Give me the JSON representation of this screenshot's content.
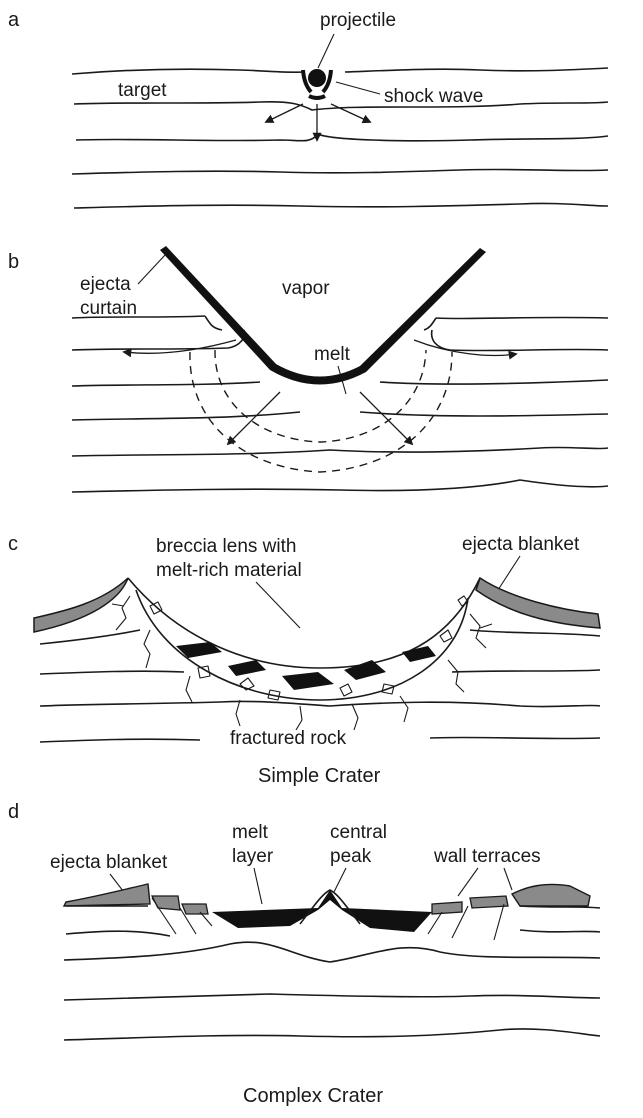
{
  "panel_a": {
    "letter": "a",
    "projectile": "projectile",
    "target": "target",
    "shock_wave": "shock wave"
  },
  "panel_b": {
    "letter": "b",
    "vapor": "vapor",
    "ejecta_line1": "ejecta",
    "ejecta_line2": "curtain",
    "melt": "melt"
  },
  "panel_c": {
    "letter": "c",
    "breccia_line1": "breccia lens with",
    "breccia_line2": "melt-rich material",
    "ejecta_blanket": "ejecta blanket",
    "fractured_rock": "fractured rock",
    "caption": "Simple Crater"
  },
  "panel_d": {
    "letter": "d",
    "ejecta_blanket": "ejecta blanket",
    "melt_line1": "melt",
    "melt_line2": "layer",
    "peak_line1": "central",
    "peak_line2": "peak",
    "wall_terraces": "wall terraces",
    "caption": "Complex Crater"
  },
  "colors": {
    "ink": "#1a1a1a",
    "ejecta_fill": "#8a8a8a",
    "melt_fill": "#111111",
    "background": "#ffffff"
  }
}
